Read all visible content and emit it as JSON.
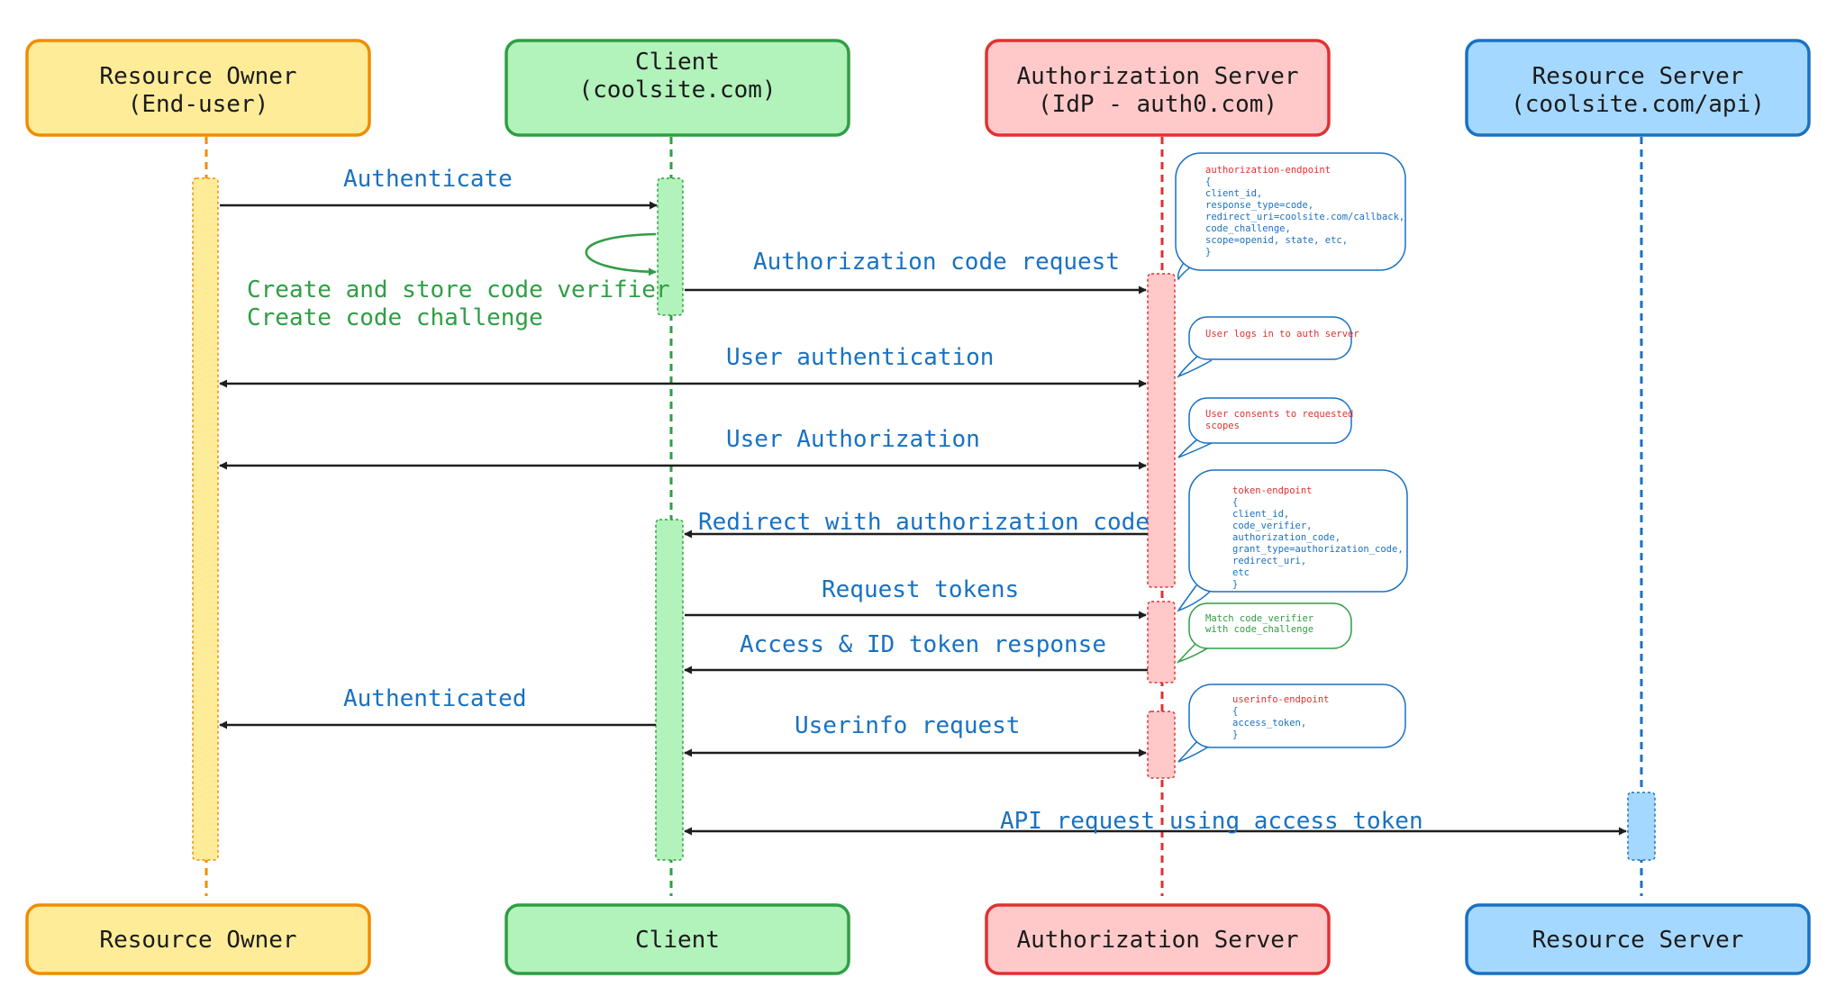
{
  "actors": [
    {
      "id": "owner",
      "top_lines": [
        "Resource Owner",
        "(End-user)"
      ],
      "bottom_label": "Resource Owner",
      "fill": "#ffec99",
      "stroke": "#f08c00"
    },
    {
      "id": "client",
      "top_lines": [
        "Client",
        "(coolsite.com)"
      ],
      "bottom_label": "Client",
      "fill": "#b2f2bb",
      "stroke": "#2f9e44"
    },
    {
      "id": "auth",
      "top_lines": [
        "Authorization Server",
        "(IdP - auth0.com)"
      ],
      "bottom_label": "Authorization Server",
      "fill": "#ffc9c9",
      "stroke": "#e03131"
    },
    {
      "id": "resource",
      "top_lines": [
        "Resource Server",
        "(coolsite.com/api)"
      ],
      "bottom_label": "Resource Server",
      "fill": "#a5d8ff",
      "stroke": "#1971c2"
    }
  ],
  "messages": [
    {
      "label": "Authenticate",
      "from": "owner",
      "to": "client",
      "direction": "forward"
    },
    {
      "label": "Authorization code request",
      "from": "client",
      "to": "auth",
      "direction": "forward"
    },
    {
      "label": "User authentication",
      "from": "owner",
      "to": "auth",
      "direction": "both"
    },
    {
      "label": "User Authorization",
      "from": "owner",
      "to": "auth",
      "direction": "both"
    },
    {
      "label": "Redirect with authorization code",
      "from": "auth",
      "to": "client",
      "direction": "forward"
    },
    {
      "label": "Request tokens",
      "from": "client",
      "to": "auth",
      "direction": "forward"
    },
    {
      "label": "Access & ID token response",
      "from": "auth",
      "to": "client",
      "direction": "forward"
    },
    {
      "label": "Authenticated",
      "from": "client",
      "to": "owner",
      "direction": "forward"
    },
    {
      "label": "Userinfo request",
      "from": "client",
      "to": "auth",
      "direction": "both"
    },
    {
      "label": "API request using access token",
      "from": "client",
      "to": "resource",
      "direction": "both"
    }
  ],
  "self_note": {
    "lines": [
      "Create and store code verifier",
      "Create code challenge"
    ]
  },
  "bubbles": [
    {
      "id": "authorize",
      "lines": [
        "authorization-endpoint",
        "{",
        "client_id,",
        "response_type=code,",
        "redirect_uri=coolsite.com/callback,",
        "code_challenge,",
        "scope=openid, state, etc,",
        "}"
      ],
      "stroke": "#1971c2"
    },
    {
      "id": "login",
      "lines": [
        "User logs in to auth server"
      ],
      "stroke": "#1971c2"
    },
    {
      "id": "consent",
      "lines": [
        "User consents to requested",
        "scopes"
      ],
      "stroke": "#1971c2"
    },
    {
      "id": "token",
      "lines": [
        "token-endpoint",
        "{",
        "client_id,",
        "code_verifier,",
        "authorization_code,",
        "grant_type=authorization_code,",
        "redirect_uri,",
        "etc",
        "}"
      ],
      "stroke": "#1971c2"
    },
    {
      "id": "match",
      "lines": [
        "Match code_verifier",
        "with code_challenge"
      ],
      "stroke": "#2f9e44"
    },
    {
      "id": "userinfo",
      "lines": [
        "userinfo-endpoint",
        "{",
        "access_token,",
        "}"
      ],
      "stroke": "#1971c2"
    }
  ],
  "colors": {
    "message": "#1971c2",
    "note": "#2f9e44",
    "endpoint": "#e03131",
    "arrow": "#1e1e1e"
  }
}
